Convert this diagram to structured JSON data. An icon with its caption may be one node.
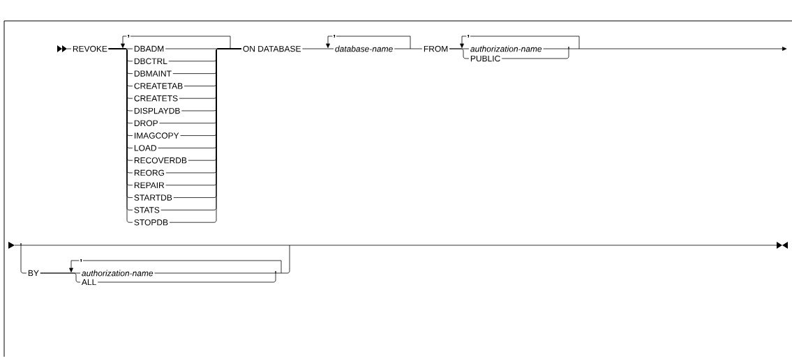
{
  "diagram": {
    "nodes": [
      {
        "text": [
          "REVOKE"
        ]
      },
      {
        "text": [
          "DBADM"
        ]
      },
      {
        "text": [
          "DBCTRL"
        ]
      },
      {
        "text": [
          "DBMAINT"
        ]
      },
      {
        "text": [
          "CREATETAB"
        ]
      },
      {
        "text": [
          "CREATETS"
        ]
      },
      {
        "text": [
          "DISPLAYDB"
        ]
      },
      {
        "text": [
          "DROP"
        ]
      },
      {
        "text": [
          "IMAGCOPY"
        ]
      },
      {
        "text": [
          "LOAD"
        ]
      },
      {
        "text": [
          "RECOVERDB"
        ]
      },
      {
        "text": [
          "REORG"
        ]
      },
      {
        "text": [
          "REPAIR"
        ]
      },
      {
        "text": [
          "STARTDB"
        ]
      },
      {
        "text": [
          "STATS"
        ]
      },
      {
        "text": [
          "STOPDB"
        ]
      },
      {
        "text": [
          "ON DATABASE"
        ]
      },
      {
        "text": [
          "database-name"
        ]
      },
      {
        "text": [
          "FROM"
        ]
      },
      {
        "text": [
          "authorization-name"
        ]
      },
      {
        "text": [
          "PUBLIC"
        ]
      },
      {
        "text": [
          "BY"
        ]
      },
      {
        "text": [
          "authorization-name"
        ]
      },
      {
        "text": [
          "ALL"
        ]
      }
    ],
    "edges": [
      {
        "from": 0,
        "to": 1,
        "arrow": "none"
      },
      {
        "from": 0,
        "to": 2,
        "arrow": "none"
      },
      {
        "from": 0,
        "to": 3,
        "arrow": "none"
      },
      {
        "from": 0,
        "to": 4,
        "arrow": "none"
      },
      {
        "from": 0,
        "to": 5,
        "arrow": "none"
      },
      {
        "from": 0,
        "to": 6,
        "arrow": "none"
      },
      {
        "from": 0,
        "to": 7,
        "arrow": "none"
      },
      {
        "from": 0,
        "to": 8,
        "arrow": "none"
      },
      {
        "from": 0,
        "to": 9,
        "arrow": "none"
      },
      {
        "from": 0,
        "to": 10,
        "arrow": "none"
      },
      {
        "from": 0,
        "to": 11,
        "arrow": "none"
      },
      {
        "from": 0,
        "to": 12,
        "arrow": "none"
      },
      {
        "from": 0,
        "to": 13,
        "arrow": "none"
      },
      {
        "from": 0,
        "to": 14,
        "arrow": "none"
      },
      {
        "from": 0,
        "to": 15,
        "arrow": "none"
      },
      {
        "from": 1,
        "to": 16,
        "arrow": "none"
      },
      {
        "from": 2,
        "to": 16,
        "arrow": "none"
      },
      {
        "from": 3,
        "to": 16,
        "arrow": "none"
      },
      {
        "from": 4,
        "to": 16,
        "arrow": "none"
      },
      {
        "from": 5,
        "to": 16,
        "arrow": "none"
      },
      {
        "from": 6,
        "to": 16,
        "arrow": "none"
      },
      {
        "from": 7,
        "to": 16,
        "arrow": "none"
      },
      {
        "from": 8,
        "to": 16,
        "arrow": "none"
      },
      {
        "from": 9,
        "to": 16,
        "arrow": "none"
      },
      {
        "from": 10,
        "to": 16,
        "arrow": "none"
      },
      {
        "from": 11,
        "to": 16,
        "arrow": "none"
      },
      {
        "from": 12,
        "to": 16,
        "arrow": "none"
      },
      {
        "from": 13,
        "to": 16,
        "arrow": "none"
      },
      {
        "from": 14,
        "to": 16,
        "arrow": "none"
      },
      {
        "from": 15,
        "to": 16,
        "arrow": "none"
      },
      {
        "from": 16,
        "to": 17,
        "arrow": "none"
      },
      {
        "from": 17,
        "to": 18,
        "arrow": "none"
      },
      {
        "from": 18,
        "to": 19,
        "arrow": "none"
      },
      {
        "from": 18,
        "to": 20,
        "arrow": "none"
      },
      {
        "from": 19,
        "to": null,
        "arrow": "to"
      },
      {
        "from": 20,
        "to": null,
        "arrow": "none"
      },
      {
        "from": null,
        "to": 21,
        "arrow": "none"
      },
      {
        "from": 21,
        "to": 22,
        "arrow": "none"
      },
      {
        "from": 21,
        "to": 23,
        "arrow": "none"
      },
      {
        "from": 22,
        "to": null,
        "arrow": "none"
      },
      {
        "from": 23,
        "to": null,
        "arrow": "none"
      }
    ],
    "labels": [
      ",",
      ",",
      ",",
      ","
    ]
  }
}
